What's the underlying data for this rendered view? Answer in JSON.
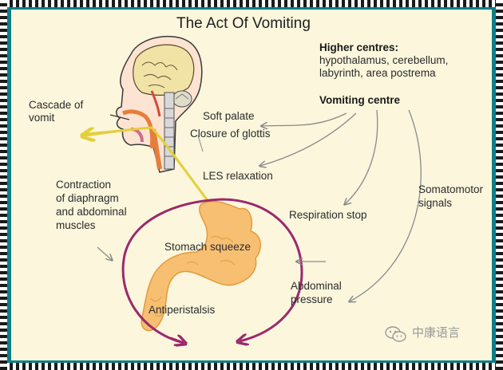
{
  "title": "The Act Of Vomiting",
  "higher_centres": {
    "heading": "Higher centres:",
    "line1": "hypothalamus, cerebellum,",
    "line2": "labyrinth, area postrema"
  },
  "vomiting_centre": "Vomiting centre",
  "cascade": {
    "line1": "Cascade of",
    "line2": "vomit"
  },
  "soft_palate": "Soft palate",
  "closure_glottis": "Closure of glottis",
  "les_relaxation": "LES relaxation",
  "contraction": {
    "line1": "Contraction",
    "line2": "of diaphragm",
    "line3": "and abdominal",
    "line4": "muscles"
  },
  "somatomotor": {
    "line1": "Somatomotor",
    "line2": "signals"
  },
  "respiration_stop": "Respiration stop",
  "stomach_squeeze": "Stomach squeeze",
  "abdominal_pressure": {
    "line1": "Abdominal",
    "line2": "pressure"
  },
  "antiperistalsis": "Antiperistalsis",
  "watermark": "中康语言",
  "colors": {
    "border": "#0d7f86",
    "background": "#fbf6dc",
    "stomach": "#f7bf72",
    "vomit_path": "#e3cf3a",
    "pressure_arrows": "#9a2a6e",
    "signal_arrows": "#8a8a8a"
  },
  "icons": {
    "watermark_logo": "wechat-logo"
  }
}
